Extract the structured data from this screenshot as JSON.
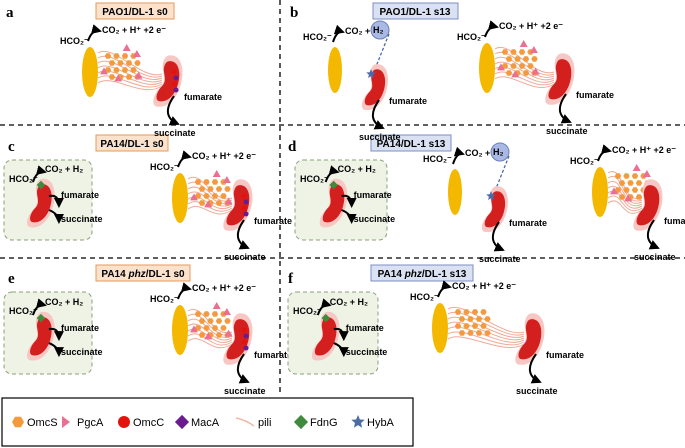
{
  "panels": [
    {
      "letter": "a",
      "title": "PAO1/DL-1 s0",
      "title_style": "s0"
    },
    {
      "letter": "b",
      "title": "PAO1/DL-1 s13",
      "title_style": "s13"
    },
    {
      "letter": "c",
      "title": "PA14/DL-1 s0",
      "title_style": "s0"
    },
    {
      "letter": "d",
      "title": "PA14/DL-1 s13",
      "title_style": "s13"
    },
    {
      "letter": "e",
      "title_pre": "PA14 ",
      "title_italic": "phz",
      "title_post": "/DL-1 s0",
      "title_style": "s0"
    },
    {
      "letter": "f",
      "title_pre": "PA14 ",
      "title_italic": "phz",
      "title_post": "/DL-1 s13",
      "title_style": "s13"
    }
  ],
  "chem": {
    "formate": "HCO₂⁻",
    "products": "CO₂ + H⁺ +2 e⁻",
    "co2_h2": "CO₂ + H₂",
    "co2": "CO₂ +",
    "h2": "H₂",
    "fumarate": "fumarate",
    "succinate": "succinate"
  },
  "legend": [
    {
      "label": "OmcS",
      "icon": "hexagon",
      "color": "#f39a3e"
    },
    {
      "label": "PgcA",
      "icon": "triangle",
      "color": "#ea6f93"
    },
    {
      "label": "OmcC",
      "icon": "circle",
      "color": "#e3120b"
    },
    {
      "label": "MacA",
      "icon": "diamond",
      "color": "#6a1b8f"
    },
    {
      "label": "pili",
      "icon": "pili",
      "color": "#f2b8a6"
    },
    {
      "label": "FdnG",
      "icon": "diamond",
      "color": "#3f8a3c"
    },
    {
      "label": "HybA",
      "icon": "star",
      "color": "#4b6aa6"
    }
  ],
  "colors": {
    "s0_fill": "#fbe2cd",
    "s0_stroke": "#e59a5a",
    "s13_fill": "#d9e1f2",
    "s13_stroke": "#7d8fc4",
    "geobacter": "#f5b800",
    "pseudomonas": "#d41f1f",
    "halo": "#f7c7c3",
    "inset_fill": "#eef3e6",
    "inset_stroke": "#8aa07a",
    "h2_bubble": "#a9b9e3",
    "arrow_dash": "#4a6aa6"
  }
}
